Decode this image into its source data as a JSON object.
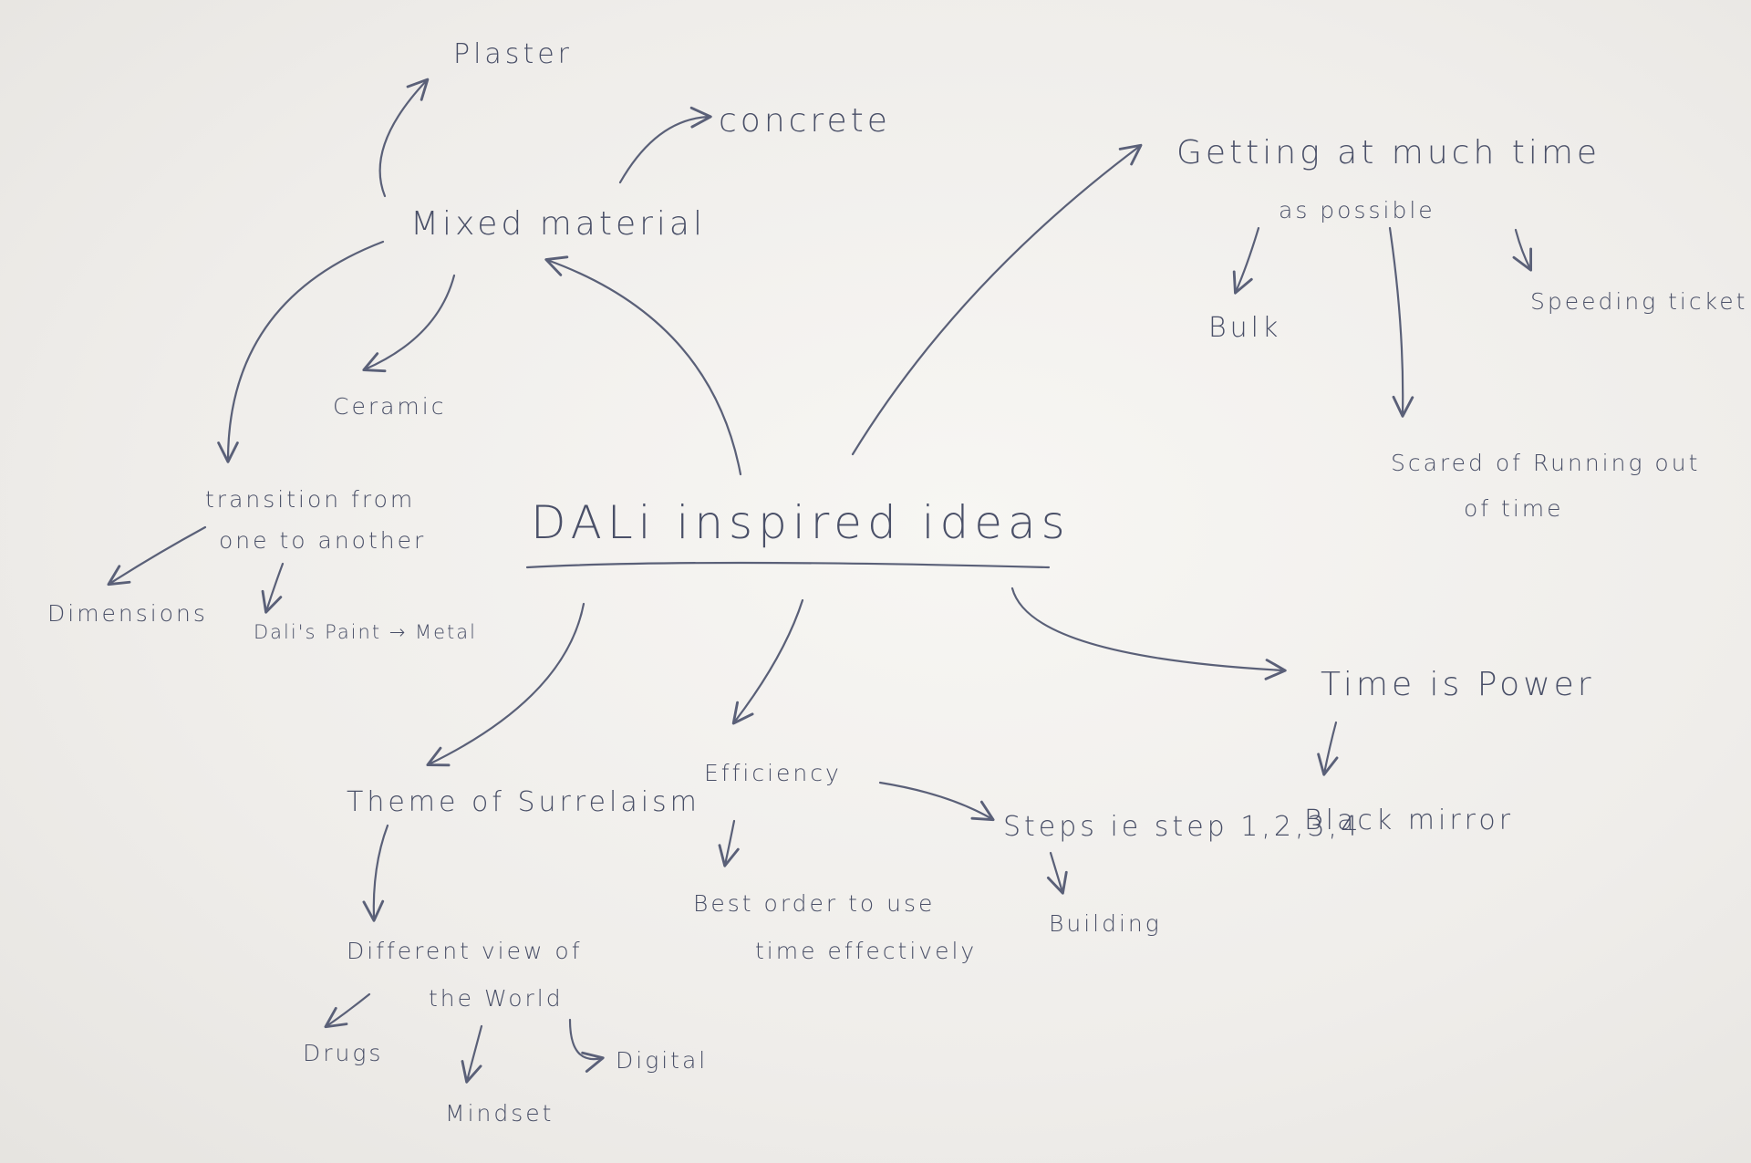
{
  "title": "DALi inspired ideas",
  "colors": {
    "ink": "#4a5068",
    "board": "#f2f1ee"
  },
  "nodes": {
    "plaster": "Plaster",
    "concrete": "concrete",
    "mixed_material": "Mixed material",
    "ceramic": "Ceramic",
    "transition_line1": "transition from",
    "transition_line2": "one to another",
    "dimensions": "Dimensions",
    "dalis_paint_metal": "Dali's Paint → Metal",
    "getting_line1": "Getting at much time",
    "getting_line2": "as possible",
    "bulk": "Bulk",
    "speeding_ticket": "Speeding ticket",
    "scared_line1": "Scared of Running out",
    "scared_line2": "of time",
    "time_is_power": "Time is Power",
    "black_mirror": "Black mirror",
    "theme_surrealism": "Theme of Surrelaism",
    "different_line1": "Different view of",
    "different_line2": "the World",
    "drugs": "Drugs",
    "mindset": "Mindset",
    "digital": "Digital",
    "efficiency": "Efficiency",
    "best_order_line1": "Best order to use",
    "best_order_line2": "time effectively",
    "steps": "Steps ie step 1,2,3,4",
    "building": "Building"
  }
}
